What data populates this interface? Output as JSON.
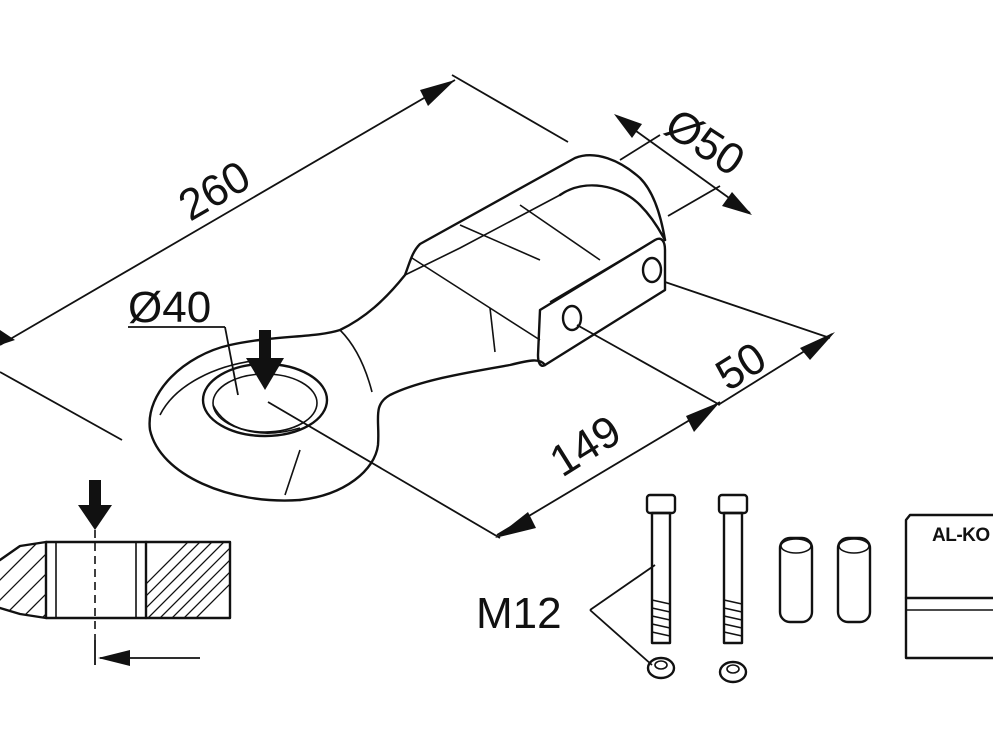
{
  "dimensions": {
    "overall_length": "260",
    "tube_diameter": "Ø50",
    "eye_diameter": "Ø40",
    "bolt_spacing": "50",
    "eye_to_bolt": "149"
  },
  "hardware": {
    "bolt_size": "M12"
  },
  "brand": {
    "logo_text": "AL-KO"
  }
}
